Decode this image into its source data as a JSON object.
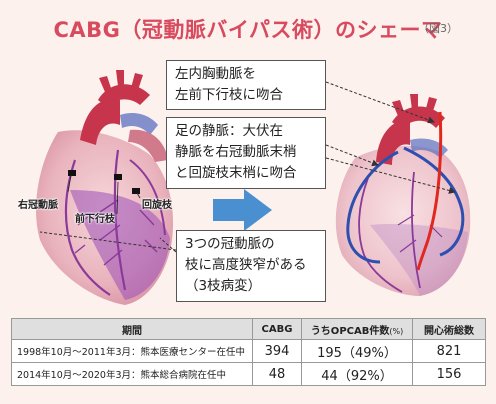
{
  "title": "CABG（冠動脈バイパス術）のシェーマ",
  "figure_label": "（図3）",
  "callouts": {
    "lita": [
      "左内胸動脈を",
      "左前下行枝に吻合"
    ],
    "svg": [
      "足の静脈：大伏在",
      "静脈を右冠動脈末梢",
      "と回旋枝末梢に吻合"
    ],
    "stenosis": [
      "3つの冠動脈の",
      "枝に高度狭窄がある",
      "（3枝病変）"
    ]
  },
  "heart_labels": {
    "rca": "右冠動脈",
    "lad": "前下行枝",
    "lcx": "回旋枝"
  },
  "colors": {
    "title": "#d84a5e",
    "arrow": "#4a90d0",
    "artery_graft": "#e0281e",
    "vein_graft": "#2f4fb0"
  },
  "table": {
    "headers": {
      "period": "期間",
      "cabg": "CABG",
      "opcab": "うちOPCAB件数",
      "opcab_unit": "(%)",
      "open_heart": "開心術総数"
    },
    "rows": [
      {
        "period": "1998年10月～2011年3月：熊本医療センター在任中",
        "cabg": "394",
        "opcab": "195（49%）",
        "open_heart": "821"
      },
      {
        "period": "2014年10月～2020年3月：熊本総合病院在任中",
        "cabg": "48",
        "opcab": "44（92%）",
        "open_heart": "156"
      }
    ]
  }
}
